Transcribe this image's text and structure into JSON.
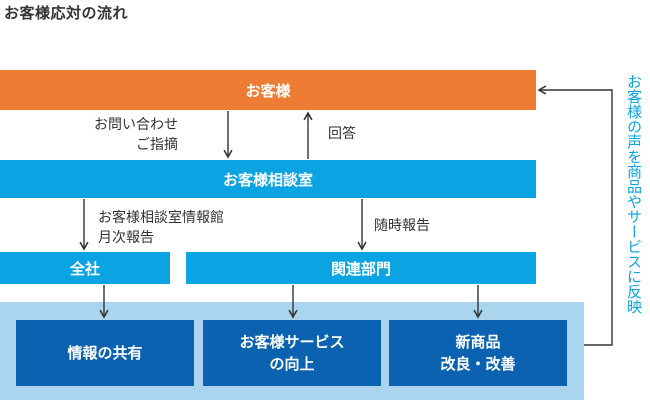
{
  "title": "お客様応対の流れ",
  "nodes": {
    "customer": "お客様",
    "consultation_room": "お客様相談室",
    "company": "全社",
    "related_departments": "関連部門",
    "info_sharing": "情報の共有",
    "service_improvement": "お客様サービス\nの向上",
    "product_improvement": "新商品\n改良・改善"
  },
  "labels": {
    "inquiry": "お問い合わせ\nご指摘",
    "answer": "回答",
    "monthly_report": "お客様相談室情報館\n月次報告",
    "anytime_report": "随時報告",
    "feedback": "お客様の声を商品やサービスに反映"
  },
  "colors": {
    "customer_bar": "#ee7d33",
    "consult_bar": "#0aa4e3",
    "result_box": "#0b62b0",
    "panel": "#abd4ef",
    "feedback_text": "#0aa4e3"
  }
}
